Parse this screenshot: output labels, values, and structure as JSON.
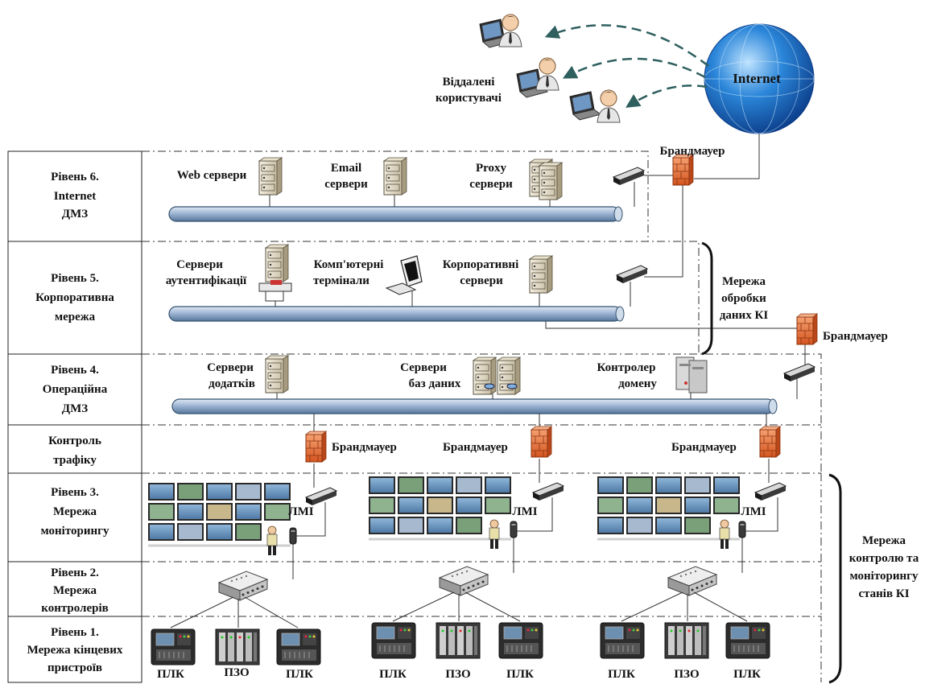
{
  "internet": {
    "label": "Internet"
  },
  "remote_users": {
    "line1": "Віддалені",
    "line2": "користувачі"
  },
  "levels": [
    {
      "lines": [
        "Рівень 6.",
        "Internet",
        "ДМЗ"
      ]
    },
    {
      "lines": [
        "Рівень 5.",
        "Корпоративна",
        "мережа"
      ]
    },
    {
      "lines": [
        "Рівень 4.",
        "Операційна",
        "ДМЗ"
      ]
    },
    {
      "lines": [
        "Контроль",
        "трафіку"
      ]
    },
    {
      "lines": [
        "Рівень 3.",
        "Мережа",
        "моніторингу"
      ]
    },
    {
      "lines": [
        "Рівень 2.",
        "Мережа",
        "контролерів"
      ]
    },
    {
      "lines": [
        "Рівень 1.",
        "Мережа кінцевих",
        "пристроїв"
      ]
    }
  ],
  "level6": {
    "web": [
      "Web сервери"
    ],
    "email": [
      "Email",
      "сервери"
    ],
    "proxy": [
      "Proxy",
      "сервери"
    ]
  },
  "level5": {
    "auth": [
      "Сервери",
      "аутентифікації"
    ],
    "terminals": [
      "Комп'ютерні",
      "термінали"
    ],
    "corp": [
      "Корпоративні",
      "сервери"
    ]
  },
  "level4": {
    "apps": [
      "Сервери",
      "додатків"
    ],
    "db": [
      "Сервери",
      "баз даних"
    ],
    "domain": [
      "Контролер",
      "домену"
    ]
  },
  "firewall_label": "Брандмауер",
  "hmi_label": "ЛМІ",
  "network_ki": [
    "Мережа",
    "обробки",
    "даних КІ"
  ],
  "network_control": [
    "Мережа",
    "контролю та",
    "моніторингу",
    "станів КІ"
  ],
  "devices": {
    "plc": "ПЛК",
    "pzo": "ПЗО"
  },
  "colors": {
    "bus": "#9fb6d4",
    "bus_dark": "#34506e",
    "firewall": "#e8703a",
    "globe": "#1b6fc4"
  }
}
